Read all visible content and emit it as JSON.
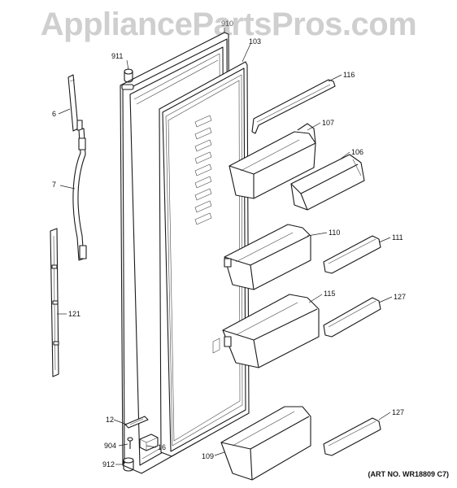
{
  "watermark": "AppliancePartsPros.com",
  "art_note": "(ART NO. WR18809 C7)",
  "callouts": {
    "p911": "911",
    "p910": "910",
    "p103": "103",
    "p116": "116",
    "p6": "6",
    "p107": "107",
    "p106": "106",
    "p7": "7",
    "p110": "110",
    "p111": "111",
    "p115": "115",
    "p127a": "127",
    "p121": "121",
    "p127b": "127",
    "p12": "12",
    "p904": "904",
    "p16": "16",
    "p912": "912",
    "p109": "109"
  }
}
